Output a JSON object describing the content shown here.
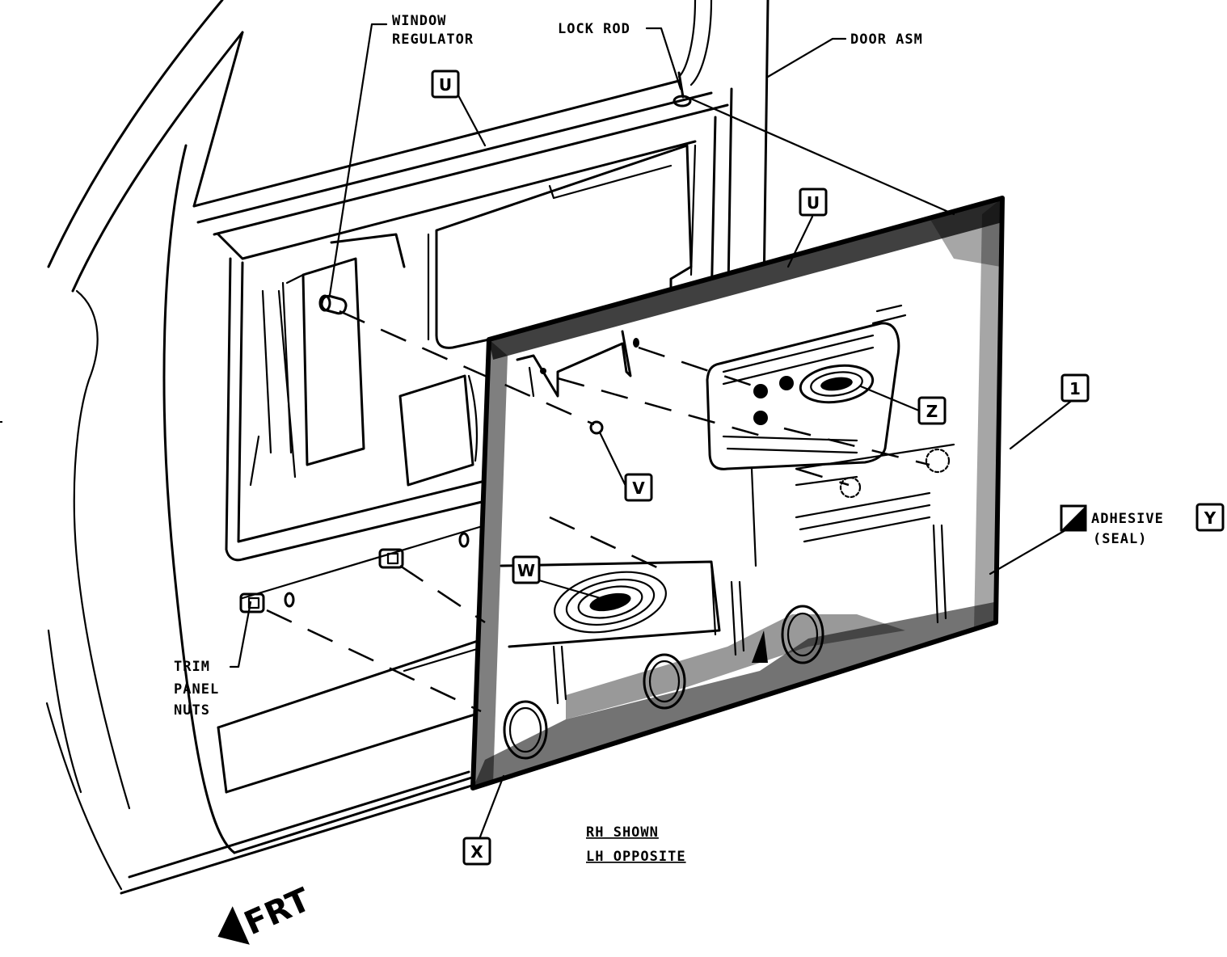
{
  "diagram": {
    "subject": "Door trim panel exploded view",
    "callouts": {
      "window_regulator": [
        "WINDOW",
        "REGULATOR"
      ],
      "lock_rod": "LOCK ROD",
      "door_asm": "DOOR ASM",
      "trim_panel_nuts": [
        "TRIM",
        "PANEL",
        "NUTS"
      ],
      "adhesive": [
        "ADHESIVE",
        "(SEAL)"
      ]
    },
    "reference_boxes": {
      "u_top": "U",
      "u_panel": "U",
      "v": "V",
      "w": "W",
      "x": "X",
      "y": "Y",
      "z": "Z",
      "item_1": "1"
    },
    "notes": [
      "RH SHOWN",
      "LH OPPOSITE"
    ],
    "direction_indicator": {
      "label": "FRT",
      "icon": "arrow-left-icon"
    },
    "adhesive_symbol": "half-filled-square-icon"
  }
}
